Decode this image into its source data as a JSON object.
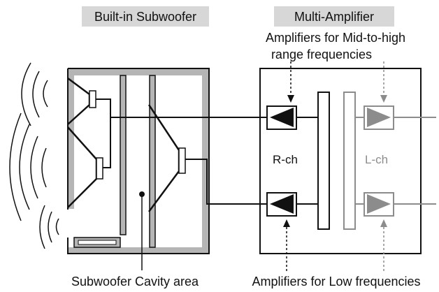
{
  "diagram": {
    "headers": {
      "subwoofer": "Built-in Subwoofer",
      "amplifier": "Multi-Amplifier"
    },
    "annotations": {
      "mid_high_line1": "Amplifiers for Mid-to-high",
      "mid_high_line2": "range frequencies",
      "cavity": "Subwoofer Cavity area",
      "low": "Amplifiers for Low frequencies"
    },
    "channels": {
      "right": "R-ch",
      "left": "L-ch"
    },
    "colors": {
      "header_bg": "#d7d7d7",
      "enclosure": "#b5b5b5",
      "line": "#111111",
      "left_channel": "#8c8c8c"
    }
  }
}
